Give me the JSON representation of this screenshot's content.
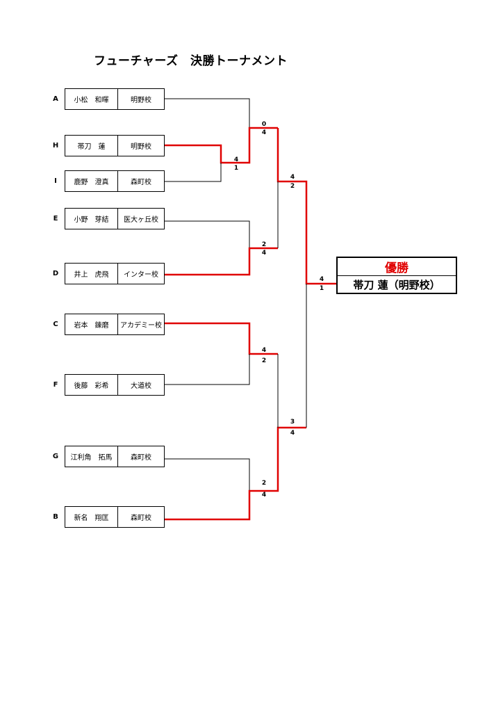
{
  "title": "フューチャーズ　決勝トーナメント",
  "colors": {
    "winner_line": "#e00000",
    "line": "#000000"
  },
  "entries": [
    {
      "seed": "A",
      "name": "小松　和暉",
      "school": "明野校"
    },
    {
      "seed": "H",
      "name": "帯刀　蓮",
      "school": "明野校"
    },
    {
      "seed": "I",
      "name": "鹿野　澄真",
      "school": "森町校"
    },
    {
      "seed": "E",
      "name": "小野　芽結",
      "school": "医大ヶ丘校"
    },
    {
      "seed": "D",
      "name": "井上　虎飛",
      "school": "インター校"
    },
    {
      "seed": "C",
      "name": "岩本　錬磨",
      "school": "アカデミー校"
    },
    {
      "seed": "F",
      "name": "後藤　彩希",
      "school": "大道校"
    },
    {
      "seed": "G",
      "name": "江利角　拓馬",
      "school": "森町校"
    },
    {
      "seed": "B",
      "name": "新名　翔匡",
      "school": "森町校"
    }
  ],
  "matches": [
    {
      "id": "m_hi",
      "top_score": "4",
      "bottom_score": "1"
    },
    {
      "id": "m_a_hi",
      "top_score": "0",
      "bottom_score": "4"
    },
    {
      "id": "m_ed",
      "top_score": "2",
      "bottom_score": "4"
    },
    {
      "id": "m_cf",
      "top_score": "4",
      "bottom_score": "2"
    },
    {
      "id": "m_gb",
      "top_score": "2",
      "bottom_score": "4"
    },
    {
      "id": "semi_1",
      "top_score": "4",
      "bottom_score": "2"
    },
    {
      "id": "semi_2",
      "top_score": "3",
      "bottom_score": "4"
    },
    {
      "id": "final",
      "top_score": "4",
      "bottom_score": "1"
    }
  ],
  "champion": {
    "label": "優勝",
    "name": "帯刀 蓮（明野校）"
  }
}
